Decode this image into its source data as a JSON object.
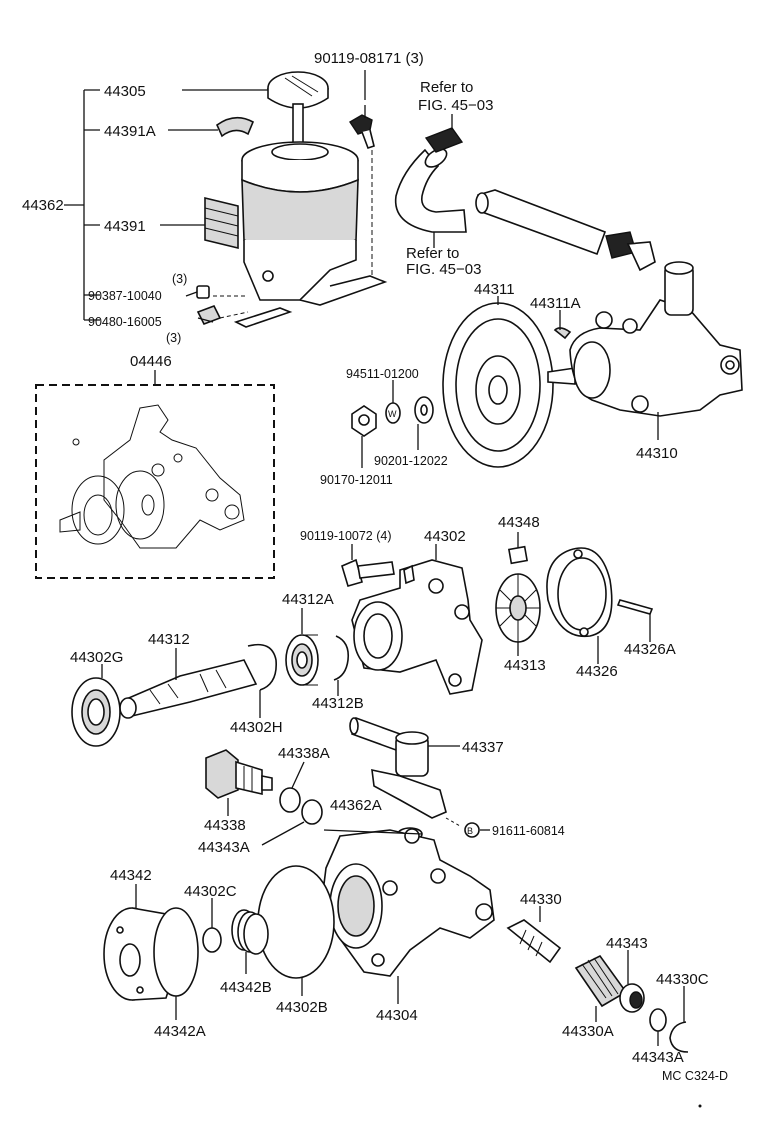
{
  "diagram": {
    "code": "MC C324-D",
    "labels": {
      "p90119_08171": "90119-08171 (3)",
      "p44305": "44305",
      "p44391A": "44391A",
      "p44362": "44362",
      "p44391": "44391",
      "qty3_a": "(3)",
      "p90387_10040": "90387-10040",
      "p90480_16005": "90480-16005",
      "qty3_b": "(3)",
      "refer1_a": "Refer to",
      "refer1_b": "FIG. 45−03",
      "refer2_a": "Refer to",
      "refer2_b": "FIG. 45−03",
      "p44311": "44311",
      "p44311A": "44311A",
      "p94511_01200": "94511-01200",
      "p90201_12022": "90201-12022",
      "p90170_12011": "90170-12011",
      "p44310": "44310",
      "p04446": "04446",
      "p90119_10072": "90119-10072 (4)",
      "p44302": "44302",
      "p44348": "44348",
      "p44312A": "44312A",
      "p44312": "44312",
      "p44302G": "44302G",
      "p44313": "44313",
      "p44326": "44326",
      "p44326A": "44326A",
      "p44312B": "44312B",
      "p44302H": "44302H",
      "p44337": "44337",
      "p44338A": "44338A",
      "p44362A": "44362A",
      "p91611_60814": "91611-60814",
      "badge_b": "B",
      "p44338": "44338",
      "p44343A_1": "44343A",
      "p44342": "44342",
      "p44302C": "44302C",
      "p44330": "44330",
      "p44343": "44343",
      "p44330C": "44330C",
      "p44342B": "44342B",
      "p44302B": "44302B",
      "p44304": "44304",
      "p44330A": "44330A",
      "p44342A": "44342A",
      "p44343A_2": "44343A"
    }
  }
}
